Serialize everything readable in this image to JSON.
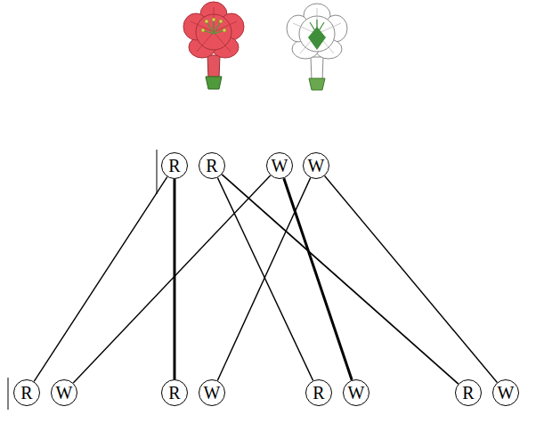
{
  "diagram": {
    "nodes": [
      {
        "text": [
          "R"
        ]
      },
      {
        "text": [
          "R"
        ]
      },
      {
        "text": [
          "W"
        ]
      },
      {
        "text": [
          "W"
        ]
      },
      {
        "text": [
          "R"
        ]
      },
      {
        "text": [
          "W"
        ]
      },
      {
        "text": [
          "R"
        ]
      },
      {
        "text": [
          "W"
        ]
      },
      {
        "text": [
          "R"
        ]
      },
      {
        "text": [
          "W"
        ]
      },
      {
        "text": [
          "R"
        ]
      },
      {
        "text": [
          "W"
        ]
      }
    ],
    "edges": [
      {
        "from": 0,
        "to": 4,
        "arrow": "none"
      },
      {
        "from": 0,
        "to": 6,
        "arrow": "none"
      },
      {
        "from": 1,
        "to": 8,
        "arrow": "none"
      },
      {
        "from": 1,
        "to": 10,
        "arrow": "none"
      },
      {
        "from": 2,
        "to": 5,
        "arrow": "none"
      },
      {
        "from": 2,
        "to": 9,
        "arrow": "none"
      },
      {
        "from": 3,
        "to": 7,
        "arrow": "none"
      },
      {
        "from": 3,
        "to": 11,
        "arrow": "none"
      }
    ]
  }
}
